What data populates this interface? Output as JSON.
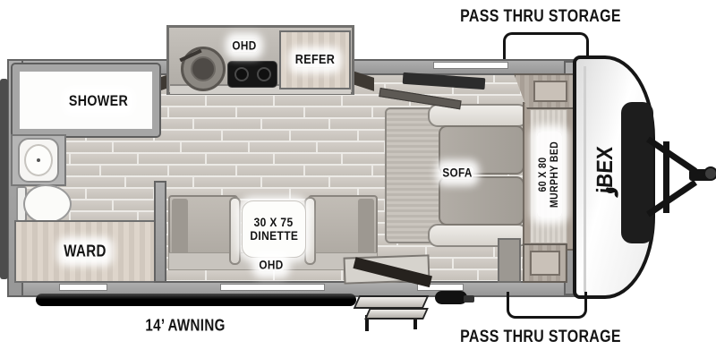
{
  "floorplan": {
    "brand_logo": "iBEX",
    "callouts": {
      "pass_thru_top": "PASS THRU STORAGE",
      "pass_thru_bottom": "PASS THRU STORAGE",
      "awning": "14’ AWNING"
    },
    "bathroom": {
      "shower": "SHOWER",
      "wardrobe": "WARD"
    },
    "kitchen": {
      "overhead_cabinet": "OHD",
      "refrigerator": "REFER"
    },
    "dinette": {
      "size": "30 X 75",
      "name": "DINETTE",
      "overhead_cabinet": "OHD"
    },
    "front_room": {
      "sofa": "SOFA",
      "murphy_bed_size": "60 X 80",
      "murphy_bed_name": "MURPHY BED"
    },
    "colors": {
      "label_text": "#141414",
      "wall_gray": "#a2a2a2",
      "floor_plank": "#cdc8c1",
      "wood_light": "#d7cec4",
      "cap_white": "#ffffff",
      "accent_black": "#141414"
    }
  }
}
